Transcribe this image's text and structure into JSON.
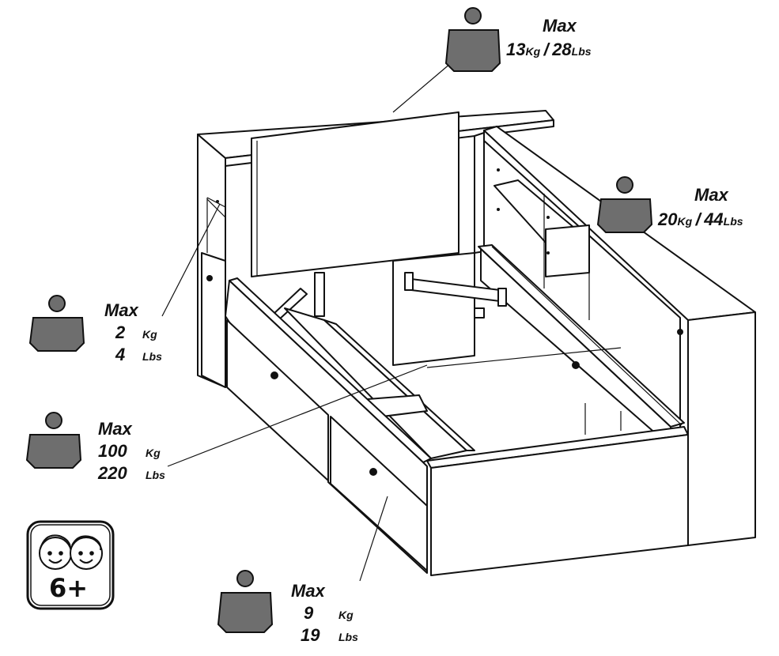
{
  "labels": {
    "max": "Max",
    "kg": "Kg",
    "lbs": "Lbs",
    "slash": "/"
  },
  "loads": [
    {
      "id": "headboard-shelf",
      "kg": "13",
      "lbs": "28"
    },
    {
      "id": "side-shelf",
      "kg": "20",
      "lbs": "44"
    },
    {
      "id": "small-shelf",
      "kg": "2",
      "lbs": "4"
    },
    {
      "id": "bed-base",
      "kg": "100",
      "lbs": "220"
    },
    {
      "id": "drawer",
      "kg": "9",
      "lbs": "19"
    }
  ],
  "age_badge": {
    "text": "6+"
  },
  "colors": {
    "weight_fill": "#6e6e6e",
    "stroke": "#111111"
  }
}
